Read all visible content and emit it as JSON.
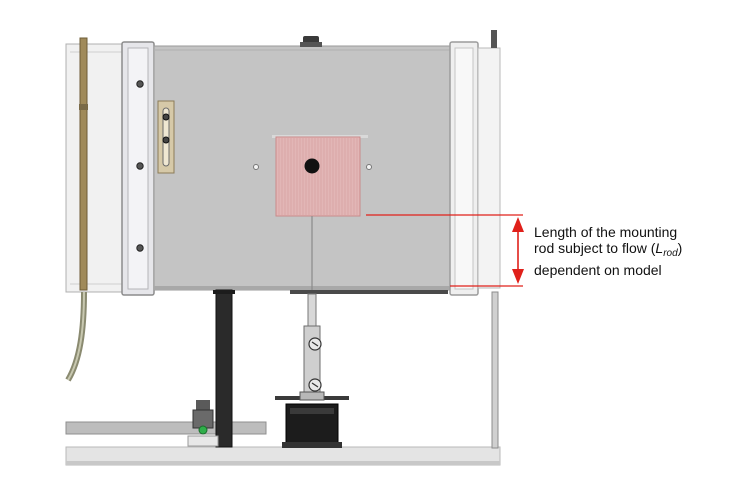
{
  "annotation": {
    "line1": "Length of the mounting",
    "line2_prefix": "rod subject to flow (",
    "symbol_main": "L",
    "symbol_sub": "rod",
    "line2_suffix": ")",
    "line3": "dependent on model"
  },
  "colors": {
    "chamber": "#c4c4c4",
    "chamber_edge": "#9a9a9a",
    "frame": "#e6e6ea",
    "model_fill": "#e8b4b4",
    "model_line": "#c98a8a",
    "arrow": "#e0201a",
    "pipe": "#a08a5a",
    "stand": "#2a2a2a",
    "rail": "#dcdcdc"
  },
  "icons": [
    "bolt-icon",
    "arrow-up-icon",
    "arrow-down-icon",
    "clamp-icon",
    "indicator-light-icon"
  ]
}
